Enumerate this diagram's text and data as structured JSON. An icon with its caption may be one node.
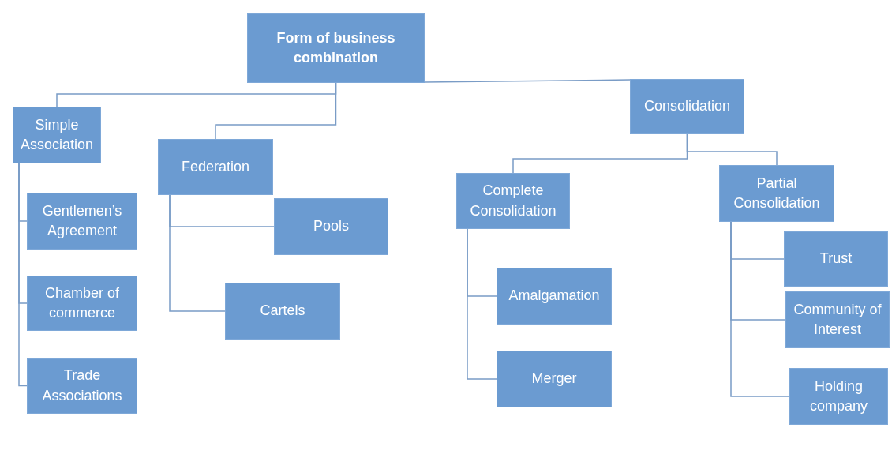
{
  "diagram": {
    "nodes": [
      {
        "text": [
          "Form of business combination"
        ]
      },
      {
        "text": [
          "Simple Association"
        ]
      },
      {
        "text": [
          "Gentlemen’s Agreement"
        ]
      },
      {
        "text": [
          "Chamber of commerce"
        ]
      },
      {
        "text": [
          "Trade Associations"
        ]
      },
      {
        "text": [
          "Federation"
        ]
      },
      {
        "text": [
          "Pools"
        ]
      },
      {
        "text": [
          "Cartels"
        ]
      },
      {
        "text": [
          "Consolidation"
        ]
      },
      {
        "text": [
          "Complete Consolidation"
        ]
      },
      {
        "text": [
          "Partial Consolidation"
        ]
      },
      {
        "text": [
          "Amalgamation"
        ]
      },
      {
        "text": [
          "Merger"
        ]
      },
      {
        "text": [
          "Trust"
        ]
      },
      {
        "text": [
          "Community of Interest"
        ]
      },
      {
        "text": [
          "Holding company"
        ]
      }
    ],
    "edges": [
      {
        "from": 0,
        "to": 1,
        "arrow": "none"
      },
      {
        "from": 0,
        "to": 5,
        "arrow": "none"
      },
      {
        "from": 0,
        "to": 8,
        "arrow": "none"
      },
      {
        "from": 1,
        "to": 2,
        "arrow": "none"
      },
      {
        "from": 1,
        "to": 3,
        "arrow": "none"
      },
      {
        "from": 1,
        "to": 4,
        "arrow": "none"
      },
      {
        "from": 5,
        "to": 6,
        "arrow": "none"
      },
      {
        "from": 5,
        "to": 7,
        "arrow": "none"
      },
      {
        "from": 8,
        "to": 9,
        "arrow": "none"
      },
      {
        "from": 8,
        "to": 10,
        "arrow": "none"
      },
      {
        "from": 9,
        "to": 11,
        "arrow": "none"
      },
      {
        "from": 9,
        "to": 12,
        "arrow": "none"
      },
      {
        "from": 10,
        "to": 13,
        "arrow": "none"
      },
      {
        "from": 10,
        "to": 14,
        "arrow": "none"
      },
      {
        "from": 10,
        "to": 15,
        "arrow": "none"
      }
    ]
  }
}
